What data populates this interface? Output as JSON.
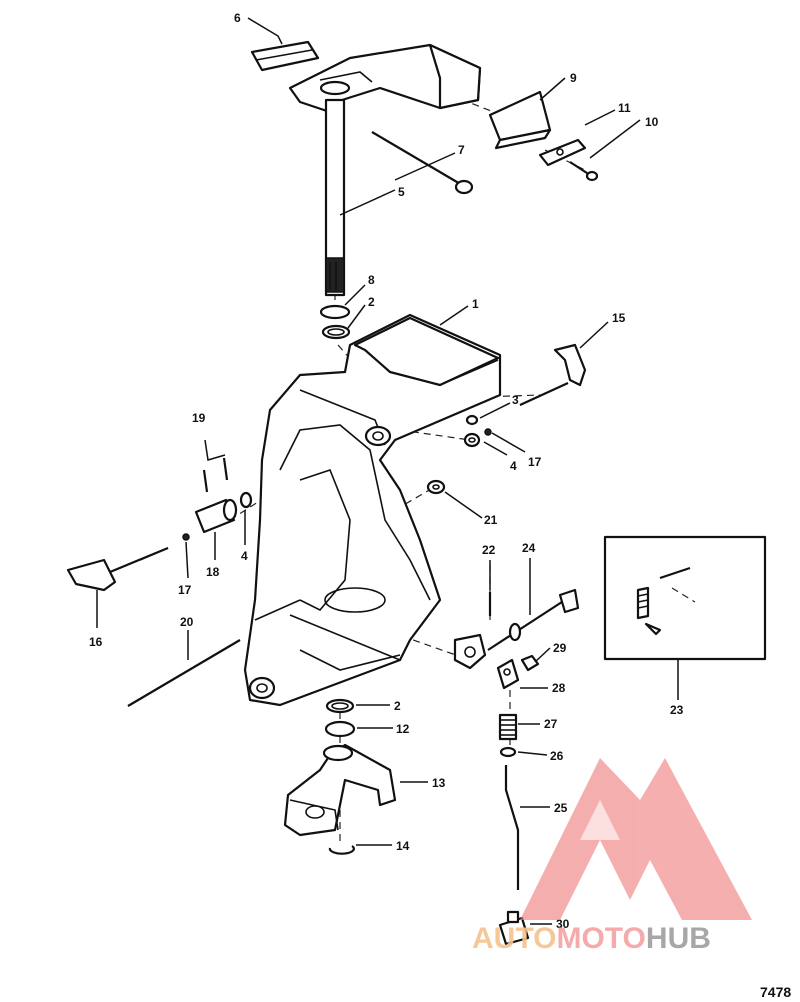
{
  "diagram": {
    "figure_number": "7478",
    "callouts": [
      "1",
      "2",
      "3",
      "4",
      "5",
      "6",
      "7",
      "8",
      "9",
      "10",
      "11",
      "12",
      "13",
      "14",
      "15",
      "16",
      "17",
      "18",
      "19",
      "20",
      "21",
      "22",
      "23",
      "24",
      "25",
      "26",
      "27",
      "28",
      "29",
      "30"
    ],
    "callout_2_lower": "2",
    "callout_4_right": "4",
    "callout_17_left": "17"
  },
  "watermark": {
    "part1": "AUTO",
    "part2": "MOTO",
    "part3": "HUB",
    "colors": {
      "auto": "#f6c38e",
      "moto": "#f4a3a3",
      "hub": "#9e9e9e",
      "logo": "#f08080"
    }
  }
}
